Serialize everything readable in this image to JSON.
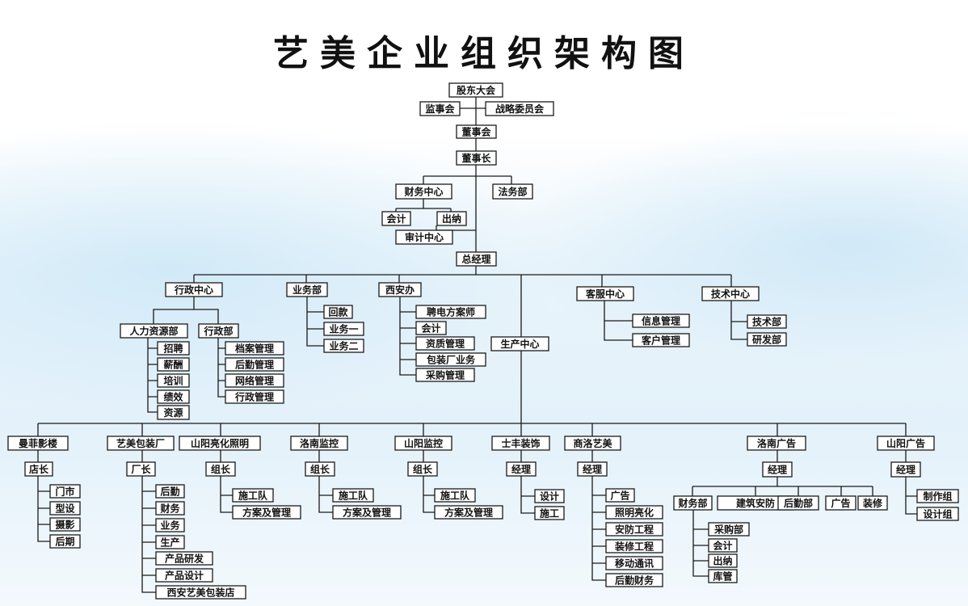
{
  "title": "艺美企业组织架构图",
  "nodes": {
    "gudong": "股东大会",
    "jianshi": "监事会",
    "zhanlve": "战略委员会",
    "dongshihui": "董事会",
    "dongshizhang": "董事长",
    "caiwu": "财务中心",
    "fawu": "法务部",
    "kuaiji": "会计",
    "chuna": "出纳",
    "shenji": "审计中心",
    "zongjingli": "总经理",
    "xingzheng": "行政中心",
    "yewu": "业务部",
    "xian": "西安办",
    "kefu": "客服中心",
    "jishu": "技术中心",
    "renli": "人力资源部",
    "xingzhengbu": "行政部",
    "zhaopin": "招聘",
    "xinchou": "薪酬",
    "peixun": "培训",
    "jixiao": "绩效",
    "ziyuan": "资源",
    "dangan": "档案管理",
    "houqin": "后勤管理",
    "wangluo": "网络管理",
    "xzguanli": "行政管理",
    "huikuan": "回款",
    "yewu1": "业务一",
    "yewu2": "业务二",
    "pinqing": "聘电方案师",
    "xa_kuaiji": "会计",
    "zizhi": "资质管理",
    "baozhuang_yw": "包装厂业务",
    "caigou": "采购管理",
    "xinxi": "信息管理",
    "kehu": "客户管理",
    "jishubu": "技术部",
    "yanfa": "研发部",
    "shengchan": "生产中心",
    "manfei": "曼菲影楼",
    "yimei_bz": "艺美包装厂",
    "shanyang_lh": "山阳亮化照明",
    "luonan_jk": "洛南监控",
    "shanyang_jk": "山阳监控",
    "shifeng": "士丰装饰",
    "shangluo": "商洛艺美",
    "luonan_gg": "洛南广告",
    "shanyang_gg": "山阳广告",
    "dianzhang": "店长",
    "menshi": "门市",
    "xingshe": "型设",
    "sheying": "摄影",
    "houqi": "后期",
    "changzhang": "厂长",
    "bz_houqin": "后勤",
    "bz_caiwu": "财务",
    "bz_yewu": "业务",
    "bz_shengchan": "生产",
    "bz_yanfa": "产品研发",
    "bz_sheji": "产品设计",
    "bz_dian": "西安艺美包装店",
    "zuzhang1": "组长",
    "sgd1": "施工队",
    "fa1": "方案及管理",
    "zuzhang2": "组长",
    "sgd2": "施工队",
    "fa2": "方案及管理",
    "zuzhang3": "组长",
    "sgd3": "施工队",
    "fa3": "方案及管理",
    "jl_sf": "经理",
    "sf_sheji": "设计",
    "sf_shigong": "施工",
    "jl_sl": "经理",
    "sl_guanggao": "广告",
    "sl_zhaoming": "照明亮化",
    "sl_anfang": "安防工程",
    "sl_zhuangxiu": "装修工程",
    "sl_yidong": "移动通讯",
    "sl_houqin": "后勤财务",
    "jl_ln": "经理",
    "ln_caiwu": "财务部",
    "ln_jianzhu": "建筑安防",
    "ln_houqin": "后勤部",
    "ln_guanggao": "广告",
    "ln_zhuangxiu": "装修",
    "ln_caigou": "采购部",
    "ln_kuaiji": "会计",
    "ln_chuna": "出纳",
    "ln_kuguan": "库管",
    "jl_sy": "经理",
    "sy_zhizuo": "制作组",
    "sy_sheji": "设计组"
  }
}
